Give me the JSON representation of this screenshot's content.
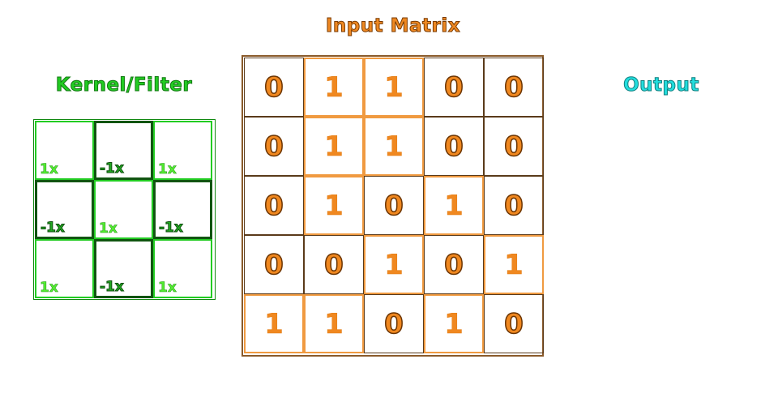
{
  "titles": {
    "kernel": "Kernel/Filter",
    "input": "Input Matrix",
    "output": "Output"
  },
  "kernel": [
    [
      "1x",
      "-1x",
      "1x"
    ],
    [
      "-1x",
      "1x",
      "-1x"
    ],
    [
      "1x",
      "-1x",
      "1x"
    ]
  ],
  "input_matrix": [
    [
      "0",
      "1",
      "1",
      "0",
      "0"
    ],
    [
      "0",
      "1",
      "1",
      "0",
      "0"
    ],
    [
      "0",
      "1",
      "0",
      "1",
      "0"
    ],
    [
      "0",
      "0",
      "1",
      "0",
      "1"
    ],
    [
      "1",
      "1",
      "0",
      "1",
      "0"
    ]
  ],
  "colors": {
    "kernel": "#22cc22",
    "input": "#f08820",
    "output": "#22dddd"
  }
}
